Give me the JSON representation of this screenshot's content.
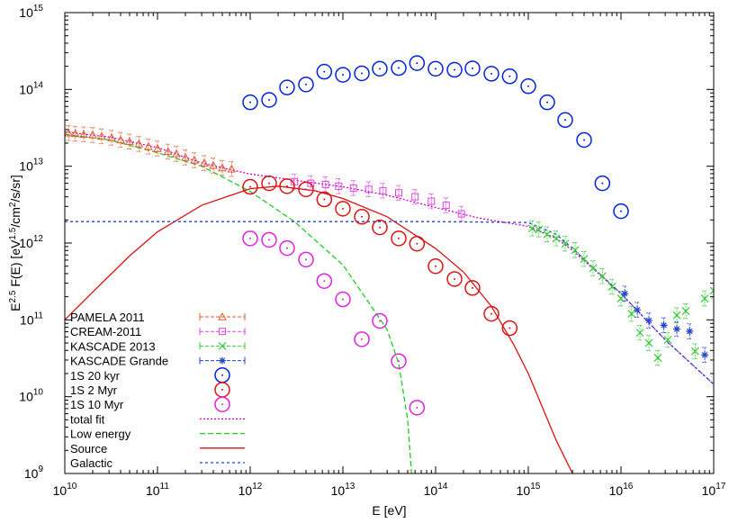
{
  "chart_data": {
    "type": "scatter",
    "title": "",
    "xlabel": "E [eV]",
    "ylabel": {
      "prefix": "E",
      "prefix_sup": "2.5",
      "mid": " F(E)  [eV",
      "mid_sup": "1.5",
      "mid2": "/cm",
      "mid2_sup": "2",
      "suffix": "/s/sr]"
    },
    "x_scale": "log",
    "y_scale": "log",
    "xlim": [
      10000000000.0,
      1e+17
    ],
    "ylim": [
      1000000000.0,
      1000000000000000.0
    ],
    "x_ticks": [
      {
        "base": "10",
        "exp": "10",
        "value": 10000000000.0
      },
      {
        "base": "10",
        "exp": "11",
        "value": 100000000000.0
      },
      {
        "base": "10",
        "exp": "12",
        "value": 1000000000000.0
      },
      {
        "base": "10",
        "exp": "13",
        "value": 10000000000000.0
      },
      {
        "base": "10",
        "exp": "14",
        "value": 100000000000000.0
      },
      {
        "base": "10",
        "exp": "15",
        "value": 1000000000000000.0
      },
      {
        "base": "10",
        "exp": "16",
        "value": 1e+16
      },
      {
        "base": "10",
        "exp": "17",
        "value": 1e+17
      }
    ],
    "y_ticks": [
      {
        "base": "10",
        "exp": "9",
        "value": 1000000000.0
      },
      {
        "base": "10",
        "exp": "10",
        "value": 10000000000.0
      },
      {
        "base": "10",
        "exp": "11",
        "value": 100000000000.0
      },
      {
        "base": "10",
        "exp": "12",
        "value": 1000000000000.0
      },
      {
        "base": "10",
        "exp": "13",
        "value": 10000000000000.0
      },
      {
        "base": "10",
        "exp": "14",
        "value": 100000000000000.0
      },
      {
        "base": "10",
        "exp": "15",
        "value": 1000000000000000.0
      }
    ],
    "legend_position": "bottom-left",
    "grid": false,
    "series": [
      {
        "name": "PAMELA 2011",
        "kind": "points",
        "marker": "triangle",
        "color": "#e0592b",
        "points": [
          [
            11000000000.0,
            27000000000000.0
          ],
          [
            13000000000.0,
            26500000000000.0
          ],
          [
            16000000000.0,
            26000000000000.0
          ],
          [
            20000000000.0,
            25500000000000.0
          ],
          [
            25000000000.0,
            24500000000000.0
          ],
          [
            32000000000.0,
            23500000000000.0
          ],
          [
            40000000000.0,
            22000000000000.0
          ],
          [
            50000000000.0,
            21000000000000.0
          ],
          [
            63000000000.0,
            19500000000000.0
          ],
          [
            80000000000.0,
            18000000000000.0
          ],
          [
            100000000000.0,
            17000000000000.0
          ],
          [
            130000000000.0,
            15500000000000.0
          ],
          [
            160000000000.0,
            14500000000000.0
          ],
          [
            200000000000.0,
            13000000000000.0
          ],
          [
            250000000000.0,
            12000000000000.0
          ],
          [
            320000000000.0,
            11000000000000.0
          ],
          [
            400000000000.0,
            10200000000000.0
          ],
          [
            500000000000.0,
            9500000000000.0
          ],
          [
            630000000000.0,
            9200000000000.0
          ]
        ]
      },
      {
        "name": "CREAM-2011",
        "kind": "points",
        "marker": "square",
        "color": "#e040e0",
        "points": [
          [
            3000000000000.0,
            6300000000000.0
          ],
          [
            4500000000000.0,
            6000000000000.0
          ],
          [
            6500000000000.0,
            5800000000000.0
          ],
          [
            9000000000000.0,
            5500000000000.0
          ],
          [
            13000000000000.0,
            5200000000000.0
          ],
          [
            19000000000000.0,
            5000000000000.0
          ],
          [
            27000000000000.0,
            4800000000000.0
          ],
          [
            40000000000000.0,
            4500000000000.0
          ],
          [
            60000000000000.0,
            4000000000000.0
          ],
          [
            90000000000000.0,
            3500000000000.0
          ],
          [
            130000000000000.0,
            3100000000000.0
          ],
          [
            190000000000000.0,
            2400000000000.0
          ]
        ]
      },
      {
        "name": "KASCADE 2013",
        "kind": "points",
        "marker": "x",
        "color": "#33cc33",
        "points": [
          [
            1100000000000000.0,
            1550000000000.0
          ],
          [
            1300000000000000.0,
            1500000000000.0
          ],
          [
            1600000000000000.0,
            1300000000000.0
          ],
          [
            2000000000000000.0,
            1150000000000.0
          ],
          [
            2500000000000000.0,
            980000000000.0
          ],
          [
            3200000000000000.0,
            810000000000.0
          ],
          [
            4000000000000000.0,
            620000000000.0
          ],
          [
            5000000000000000.0,
            470000000000.0
          ],
          [
            6300000000000000.0,
            370000000000.0
          ],
          [
            8000000000000000.0,
            270000000000.0
          ],
          [
            1e+16,
            190000000000.0
          ],
          [
            1.3e+16,
            120000000000.0
          ],
          [
            1.6e+16,
            68000000000.0
          ],
          [
            2e+16,
            50000000000.0
          ],
          [
            2.5e+16,
            32000000000.0
          ],
          [
            3.2e+16,
            55000000000.0
          ],
          [
            4e+16,
            115000000000.0
          ],
          [
            5e+16,
            130000000000.0
          ],
          [
            6.3e+16,
            39000000000.0
          ],
          [
            8e+16,
            190000000000.0
          ],
          [
            1e+17,
            240000000000.0
          ]
        ]
      },
      {
        "name": "KASCADE Grande",
        "kind": "points",
        "marker": "star",
        "color": "#2244cc",
        "points": [
          [
            1.1e+16,
            220000000000.0
          ],
          [
            1.5e+16,
            135000000000.0
          ],
          [
            2e+16,
            98000000000.0
          ],
          [
            2.9e+16,
            85000000000.0
          ],
          [
            4e+16,
            76000000000.0
          ],
          [
            5.5e+16,
            71000000000.0
          ],
          [
            8e+16,
            35000000000.0
          ]
        ]
      },
      {
        "name": "1S 20 kyr",
        "kind": "points",
        "marker": "circle",
        "color": "#0022dd",
        "points": [
          [
            1000000000000.0,
            68000000000000.0
          ],
          [
            1600000000000.0,
            73000000000000.0
          ],
          [
            2500000000000.0,
            106000000000000.0
          ],
          [
            4000000000000.0,
            116000000000000.0
          ],
          [
            6300000000000.0,
            170000000000000.0
          ],
          [
            10000000000000.0,
            155000000000000.0
          ],
          [
            16000000000000.0,
            162000000000000.0
          ],
          [
            25000000000000.0,
            186000000000000.0
          ],
          [
            40000000000000.0,
            190000000000000.0
          ],
          [
            63000000000000.0,
            220000000000000.0
          ],
          [
            100000000000000.0,
            186000000000000.0
          ],
          [
            160000000000000.0,
            180000000000000.0
          ],
          [
            250000000000000.0,
            188000000000000.0
          ],
          [
            400000000000000.0,
            160000000000000.0
          ],
          [
            630000000000000.0,
            148000000000000.0
          ],
          [
            1000000000000000.0,
            110000000000000.0
          ],
          [
            1600000000000000.0,
            68000000000000.0
          ],
          [
            2500000000000000.0,
            40000000000000.0
          ],
          [
            4000000000000000.0,
            22000000000000.0
          ],
          [
            6300000000000000.0,
            6000000000000.0
          ],
          [
            1e+16,
            2600000000000.0
          ]
        ]
      },
      {
        "name": "1S 2 Myr",
        "kind": "points",
        "marker": "circle",
        "color": "#dd1111",
        "points": [
          [
            1000000000000.0,
            5400000000000.0
          ],
          [
            1600000000000.0,
            6000000000000.0
          ],
          [
            2500000000000.0,
            5500000000000.0
          ],
          [
            4000000000000.0,
            5000000000000.0
          ],
          [
            6300000000000.0,
            3700000000000.0
          ],
          [
            10000000000000.0,
            2800000000000.0
          ],
          [
            16000000000000.0,
            2200000000000.0
          ],
          [
            25000000000000.0,
            1600000000000.0
          ],
          [
            40000000000000.0,
            1150000000000.0
          ],
          [
            63000000000000.0,
            980000000000.0
          ],
          [
            100000000000000.0,
            500000000000.0
          ],
          [
            160000000000000.0,
            340000000000.0
          ],
          [
            250000000000000.0,
            260000000000.0
          ],
          [
            400000000000000.0,
            120000000000.0
          ],
          [
            630000000000000.0,
            78000000000.0
          ]
        ]
      },
      {
        "name": "1S 10 Myr",
        "kind": "points",
        "marker": "circle",
        "color": "#e020e0",
        "points": [
          [
            1000000000000.0,
            1150000000000.0
          ],
          [
            1600000000000.0,
            1100000000000.0
          ],
          [
            2500000000000.0,
            860000000000.0
          ],
          [
            4000000000000.0,
            610000000000.0
          ],
          [
            6300000000000.0,
            320000000000.0
          ],
          [
            10000000000000.0,
            185000000000.0
          ],
          [
            16000000000000.0,
            56000000000.0
          ],
          [
            25000000000000.0,
            97000000000.0
          ],
          [
            40000000000000.0,
            29000000000.0
          ],
          [
            63000000000000.0,
            7200000000.0
          ]
        ]
      },
      {
        "name": "total fit",
        "kind": "line",
        "dash": "2,2",
        "color": "#cc00cc",
        "points": [
          [
            10000000000.0,
            28000000000000.0
          ],
          [
            30000000000.0,
            24000000000000.0
          ],
          [
            100000000000.0,
            17500000000000.0
          ],
          [
            300000000000.0,
            11000000000000.0
          ],
          [
            1000000000000.0,
            7900000000000.0
          ],
          [
            3000000000000.0,
            6600000000000.0
          ],
          [
            10000000000000.0,
            5400000000000.0
          ],
          [
            30000000000000.0,
            4200000000000.0
          ],
          [
            100000000000000.0,
            2900000000000.0
          ],
          [
            300000000000000.0,
            2100000000000.0
          ],
          [
            1000000000000000.0,
            1650000000000.0
          ],
          [
            2000000000000000.0,
            1150000000000.0
          ],
          [
            3000000000000000.0,
            800000000000.0
          ],
          [
            1e+16,
            220000000000.0
          ],
          [
            3e+16,
            55000000000.0
          ],
          [
            1e+17,
            14500000000.0
          ]
        ]
      },
      {
        "name": "Low energy",
        "kind": "line",
        "dash": "6,3",
        "color": "#22cc22",
        "points": [
          [
            10000000000.0,
            26000000000000.0
          ],
          [
            30000000000.0,
            22000000000000.0
          ],
          [
            100000000000.0,
            15000000000000.0
          ],
          [
            300000000000.0,
            10000000000000.0
          ],
          [
            1000000000000.0,
            4700000000000.0
          ],
          [
            3000000000000.0,
            1900000000000.0
          ],
          [
            10000000000000.0,
            520000000000.0
          ],
          [
            30000000000000.0,
            75000000000.0
          ],
          [
            40000000000000.0,
            27000000000.0
          ],
          [
            50000000000000.0,
            5000000000.0
          ],
          [
            55000000000000.0,
            1000000000.0
          ]
        ]
      },
      {
        "name": "Source",
        "kind": "line",
        "dash": "",
        "color": "#dd1111",
        "points": [
          [
            10000000000.0,
            100000000000.0
          ],
          [
            20000000000.0,
            230000000000.0
          ],
          [
            50000000000.0,
            680000000000.0
          ],
          [
            100000000000.0,
            1400000000000.0
          ],
          [
            300000000000.0,
            3100000000000.0
          ],
          [
            1000000000000.0,
            5100000000000.0
          ],
          [
            2000000000000.0,
            5500000000000.0
          ],
          [
            5000000000000.0,
            4800000000000.0
          ],
          [
            10000000000000.0,
            3800000000000.0
          ],
          [
            30000000000000.0,
            2200000000000.0
          ],
          [
            100000000000000.0,
            850000000000.0
          ],
          [
            200000000000000.0,
            420000000000.0
          ],
          [
            400000000000000.0,
            150000000000.0
          ],
          [
            700000000000000.0,
            47000000000.0
          ],
          [
            1000000000000000.0,
            20000000000.0
          ],
          [
            2000000000000000.0,
            2700000000.0
          ],
          [
            3000000000000000.0,
            1000000000.0
          ]
        ]
      },
      {
        "name": "Galactic",
        "kind": "line",
        "dash": "3,3",
        "color": "#2244cc",
        "points": [
          [
            10000000000.0,
            1900000000000.0
          ],
          [
            1000000000000.0,
            1900000000000.0
          ],
          [
            100000000000000.0,
            1900000000000.0
          ],
          [
            1000000000000000.0,
            1850000000000.0
          ],
          [
            2000000000000000.0,
            1300000000000.0
          ],
          [
            3000000000000000.0,
            850000000000.0
          ],
          [
            1e+16,
            220000000000.0
          ],
          [
            3e+16,
            55000000000.0
          ],
          [
            1e+17,
            14500000000.0
          ]
        ]
      }
    ]
  }
}
